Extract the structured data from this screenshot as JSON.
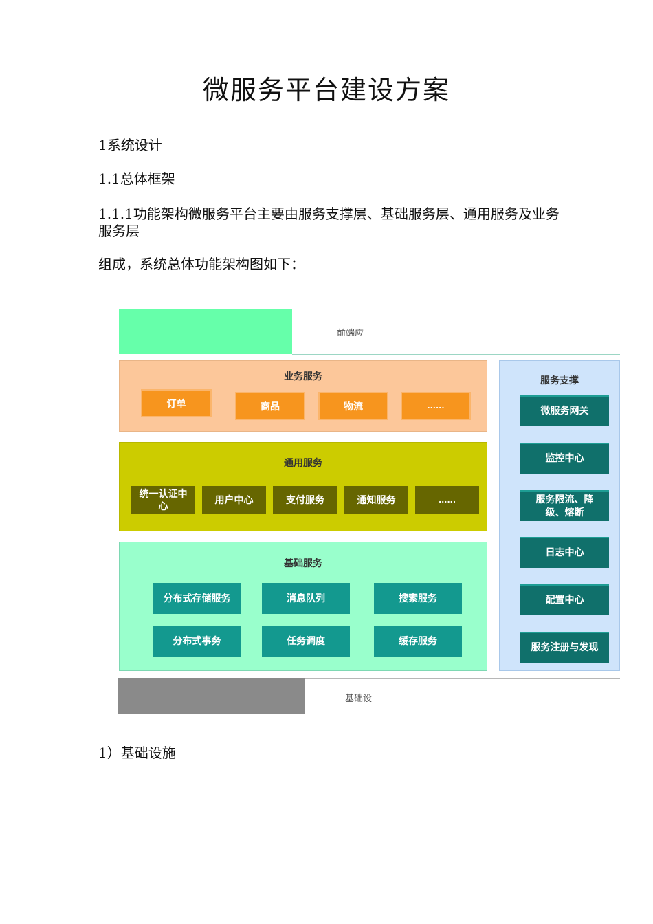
{
  "document": {
    "title": "微服务平台建设方案",
    "heading_1": "1系统设计",
    "heading_1_1": "1.1总体框架",
    "para_1_1_1": "1.1.1功能架构微服务平台主要由服务支撑层、基础服务层、通用服务及业务服务层",
    "para_compose": "组成，系统总体功能架构图如下：",
    "heading_infra": "1）基础设施"
  },
  "diagram": {
    "front_label": "前端应",
    "business": {
      "title": "业务服务",
      "items": [
        "订单",
        "商品",
        "物流",
        "......"
      ]
    },
    "general": {
      "title": "通用服务",
      "items": [
        "统一认证中心",
        "用户中心",
        "支付服务",
        "通知服务",
        "......"
      ]
    },
    "base": {
      "title": "基础服务",
      "items": [
        "分布式存储服务",
        "消息队列",
        "搜索服务",
        "分布式事务",
        "任务调度",
        "缓存服务"
      ]
    },
    "support": {
      "title": "服务支撑",
      "items": [
        "微服务网关",
        "监控中心",
        "服务限流、降级、熔断",
        "日志中心",
        "配置中心",
        "服务注册与发现"
      ]
    },
    "infra_label": "基础设",
    "colors": {
      "front": "#66ffaa",
      "business_panel": "#fcc79a",
      "business_box": "#f7951e",
      "general_panel": "#cccc00",
      "general_box": "#666600",
      "base_panel": "#99ffcc",
      "base_box": "#13998f",
      "support_panel": "#cfe4fb",
      "support_box": "#10706b",
      "infra": "#8a8a8a"
    }
  }
}
